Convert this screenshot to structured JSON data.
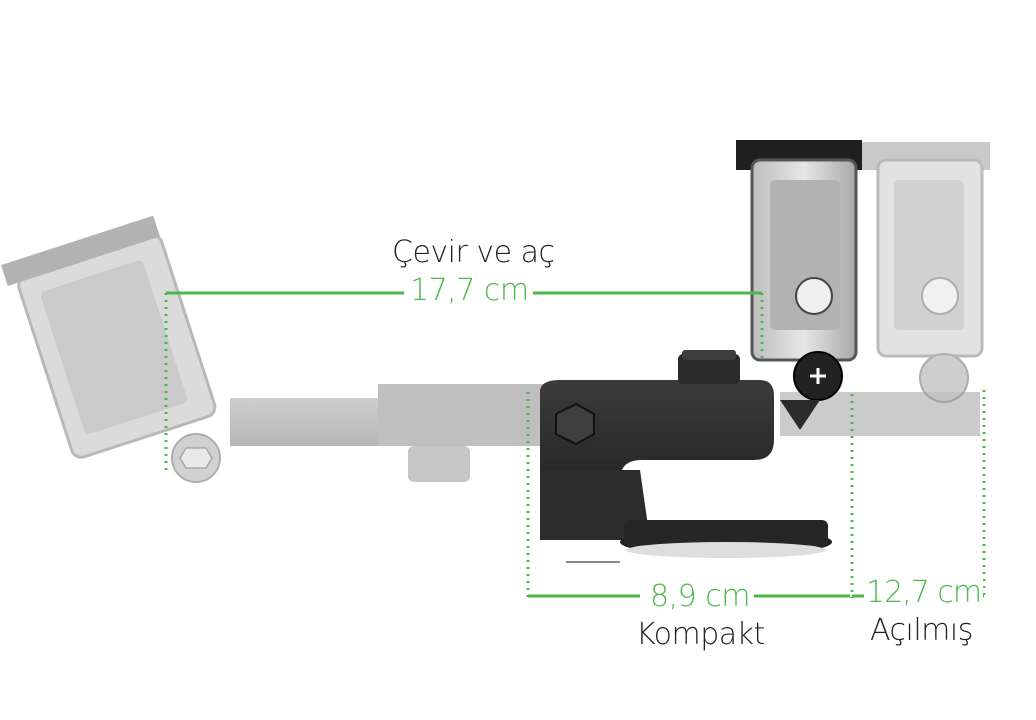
{
  "labels": {
    "flip_open": "Çevir ve aç",
    "span_total": "17,7 cm",
    "compact_length": "8,9 cm",
    "compact": "Kompakt",
    "extended_length": "12,7 cm",
    "extended": "Açılmış"
  },
  "colors": {
    "measure_green": "#4cb84a",
    "text_dark": "#222222",
    "mount_black": "#2a2a2a",
    "ghost_gray": "#b8b8b8",
    "camera_silver": "#d8d8d8"
  },
  "icons": {
    "mount": "suction-cup-mount-icon",
    "camera": "action-camera-icon",
    "knob": "locking-knob-icon"
  }
}
